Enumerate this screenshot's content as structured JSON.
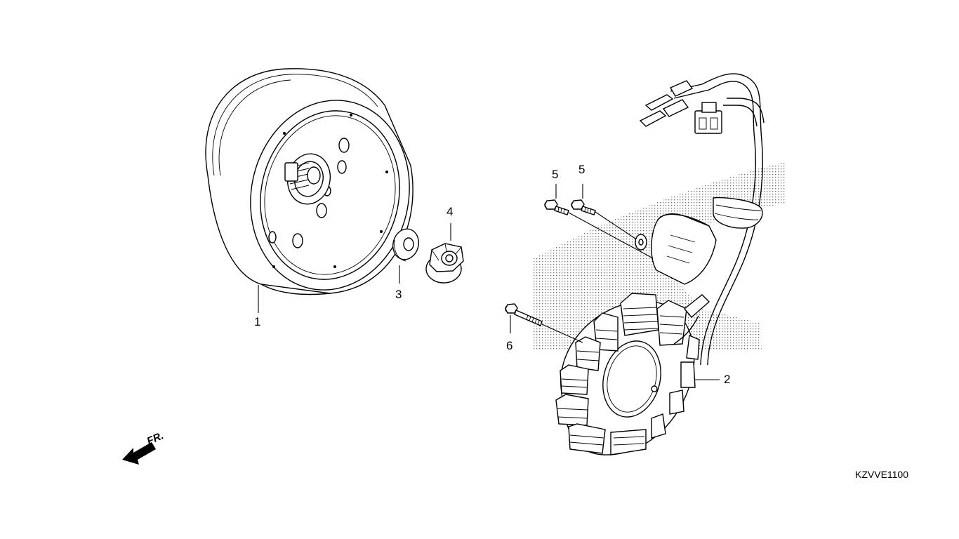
{
  "diagram": {
    "part_callouts": {
      "flywheel": "1",
      "stator": "2",
      "washer": "3",
      "nut": "4",
      "bolt_a": "5",
      "bolt_b": "5",
      "bolt_long": "6"
    },
    "direction_label": "FR.",
    "drawing_code": "KZVVE1100"
  }
}
